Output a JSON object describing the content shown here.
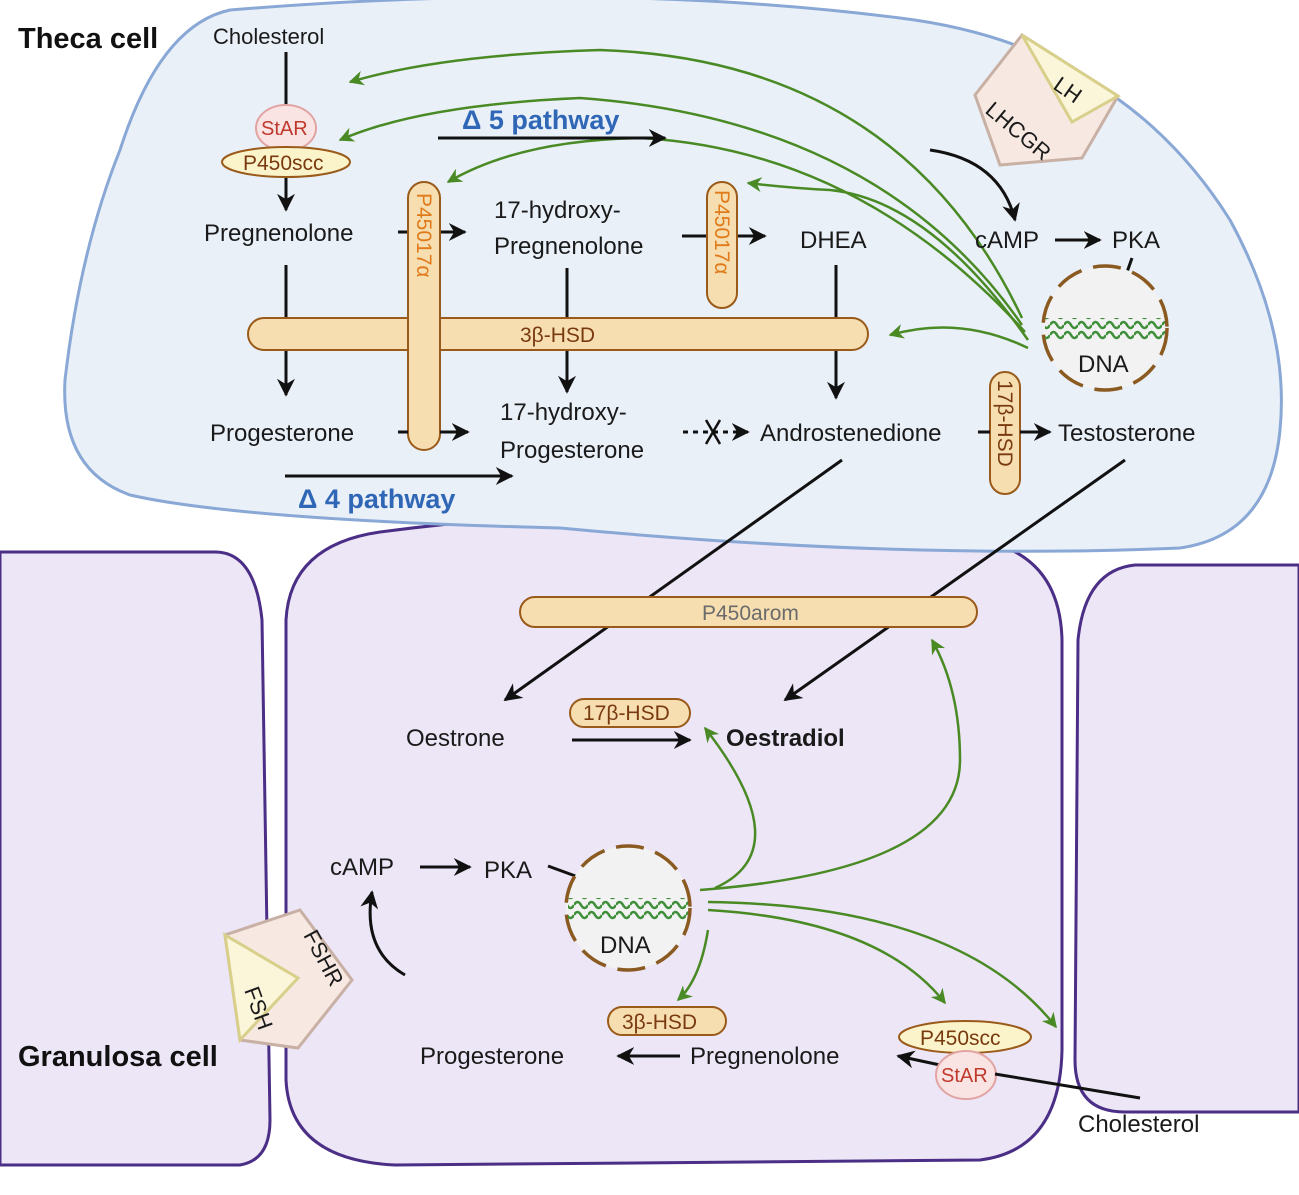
{
  "cells": {
    "theca": "Theca cell",
    "granulosa": "Granulosa cell"
  },
  "pathways": {
    "delta5": "Δ 5 pathway",
    "delta4": "Δ 4 pathway"
  },
  "theca_molecules": {
    "cholesterol": "Cholesterol",
    "pregnenolone": "Pregnenolone",
    "hydroxy_preg_line1": "17-hydroxy-",
    "hydroxy_preg_line2": "Pregnenolone",
    "dhea": "DHEA",
    "progesterone": "Progesterone",
    "hydroxy_prog_line1": "17-hydroxy-",
    "hydroxy_prog_line2": "Progesterone",
    "androstenedione": "Androstenedione",
    "testosterone": "Testosterone",
    "camp": "cAMP",
    "pka": "PKA",
    "dna": "DNA"
  },
  "theca_enzymes": {
    "star": "StAR",
    "p450scc": "P450scc",
    "p45017a_1": "P45017α",
    "p45017a_2": "P45017α",
    "hsd3b": "3β-HSD",
    "hsd17b": "17β-HSD"
  },
  "theca_receptor": {
    "ligand": "LH",
    "receptor": "LHCGR"
  },
  "granulosa_molecules": {
    "oestrone": "Oestrone",
    "oestradiol": "Oestradiol",
    "camp": "cAMP",
    "pka": "PKA",
    "dna": "DNA",
    "progesterone": "Progesterone",
    "pregnenolone": "Pregnenolone",
    "cholesterol": "Cholesterol"
  },
  "granulosa_enzymes": {
    "p450arom": "P450arom",
    "hsd17b": "17β-HSD",
    "hsd3b": "3β-HSD",
    "p450scc": "P450scc",
    "star": "StAR"
  },
  "granulosa_receptor": {
    "ligand": "FSH",
    "receptor": "FSHR"
  },
  "colors": {
    "theca_fill": "#e9f0f8",
    "theca_stroke": "#8aa8d6",
    "granulosa_fill": "#ece6f6",
    "granulosa_stroke": "#4b2e86",
    "enzyme_fill": "#f6deb0",
    "enzyme_stroke": "#9a5a1a",
    "regulation_arrow": "#4a8a25",
    "pathway_label": "#2f67b6"
  }
}
